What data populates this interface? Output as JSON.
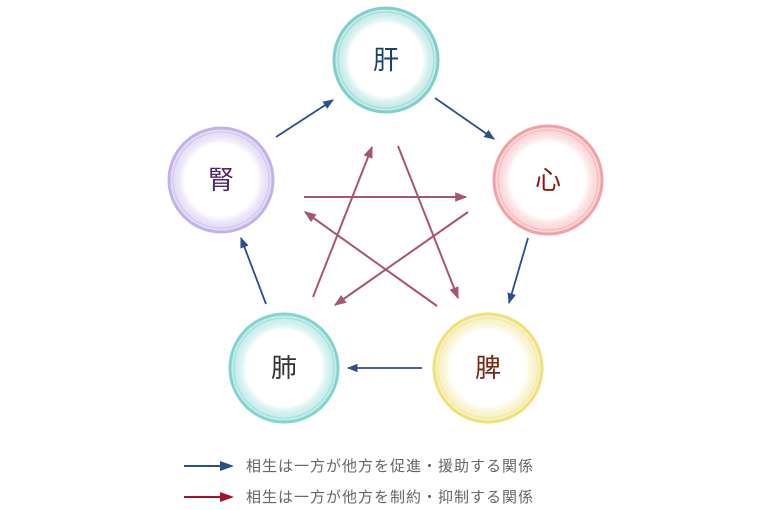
{
  "nodes": [
    {
      "id": "liver",
      "label": "肝",
      "text_color": "#1e3f73",
      "ring_color": "#7fd0cc"
    },
    {
      "id": "heart",
      "label": "心",
      "text_color": "#8a1a1a",
      "ring_color": "#f2a2a6"
    },
    {
      "id": "spleen",
      "label": "脾",
      "text_color": "#7a2a12",
      "ring_color": "#f0e07a"
    },
    {
      "id": "lung",
      "label": "肺",
      "text_color": "#333333",
      "ring_color": "#7fd6cf"
    },
    {
      "id": "kidney",
      "label": "腎",
      "text_color": "#4b2a6a",
      "ring_color": "#c2b2ea"
    }
  ],
  "generating_edges": [
    {
      "from": "kidney",
      "to": "liver"
    },
    {
      "from": "liver",
      "to": "heart"
    },
    {
      "from": "heart",
      "to": "spleen"
    },
    {
      "from": "spleen",
      "to": "lung"
    },
    {
      "from": "lung",
      "to": "kidney"
    }
  ],
  "controlling_edges": [
    {
      "from": "kidney",
      "to": "heart"
    },
    {
      "from": "spleen",
      "to": "kidney"
    },
    {
      "from": "lung",
      "to": "liver"
    },
    {
      "from": "liver",
      "to": "spleen"
    },
    {
      "from": "heart",
      "to": "lung"
    }
  ],
  "colors": {
    "generating": "#2b4f8c",
    "controlling": "#a8566c"
  },
  "legend": {
    "generating": "相生は一方が他方を促進・援助する関係",
    "controlling": "相生は一方が他方を制約・抑制する関係"
  }
}
